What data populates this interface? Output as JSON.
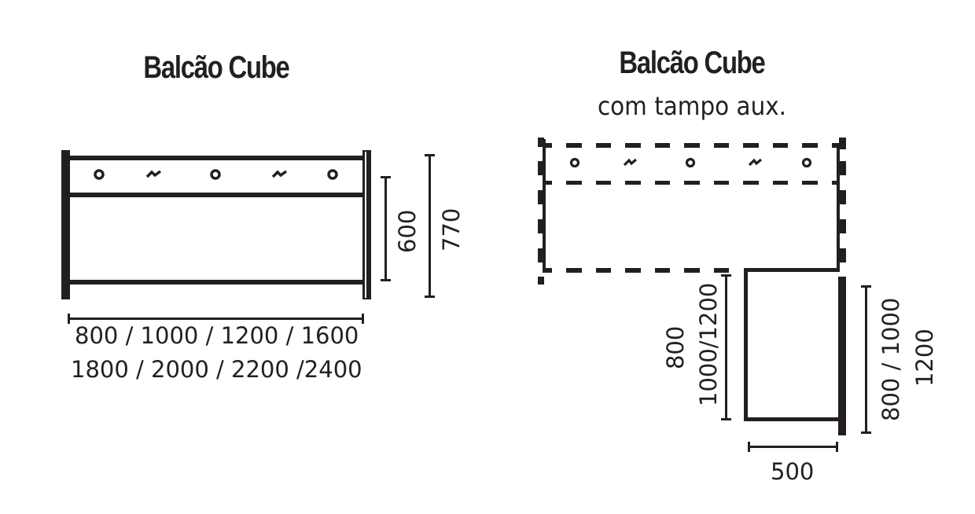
{
  "colors": {
    "ink": "#231f20",
    "background": "#ffffff"
  },
  "left_drawing": {
    "title": "Balcão Cube",
    "height_inner": "600",
    "height_total": "770",
    "width_line1": "800 / 1000 / 1200 / 1600",
    "width_line2": "1800 / 2000 / 2200 /2400",
    "top_panel_icons": [
      "hole-icon",
      "cable-icon",
      "hole-icon",
      "cable-icon",
      "hole-icon"
    ]
  },
  "right_drawing": {
    "title": "Balcão Cube",
    "subtitle": "com tampo aux.",
    "aux_depth_line1": "800",
    "aux_depth_line2": "1000/1200",
    "aux_width": "500",
    "side_height_line1": "800 / 1000",
    "side_height_line2": "1200",
    "top_panel_icons": [
      "hole-icon",
      "cable-icon",
      "hole-icon",
      "cable-icon",
      "hole-icon"
    ]
  }
}
